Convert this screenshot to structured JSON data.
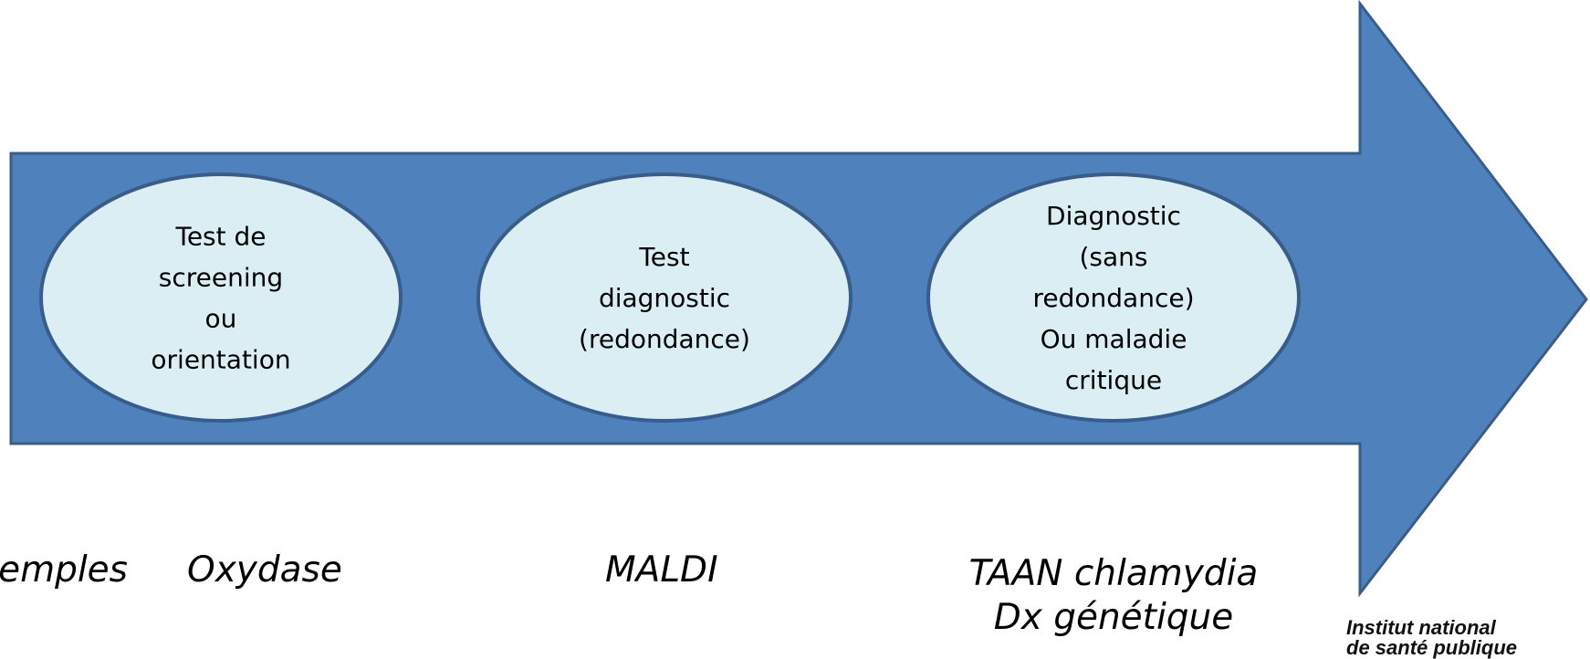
{
  "colors": {
    "arrow_fill": "#4f81bd",
    "arrow_stroke": "#385d8a",
    "ellipse_fill": "#dbeef4",
    "ellipse_stroke": "#385d8a"
  },
  "stages": [
    {
      "lines": [
        "Test de",
        "screening",
        "ou",
        "orientation"
      ]
    },
    {
      "lines": [
        "Test",
        "diagnostic",
        "(redondance)"
      ]
    },
    {
      "lines": [
        "Diagnostic",
        "(sans",
        "redondance)",
        "Ou maladie",
        "critique"
      ]
    }
  ],
  "examples": {
    "label": "Exemples",
    "stage1": "Oxydase",
    "stage2": "MALDI",
    "stage3": [
      "TAAN chlamydia",
      "Dx génétique"
    ]
  },
  "logo": {
    "line1": "Institut national",
    "line2": "de santé publique"
  }
}
